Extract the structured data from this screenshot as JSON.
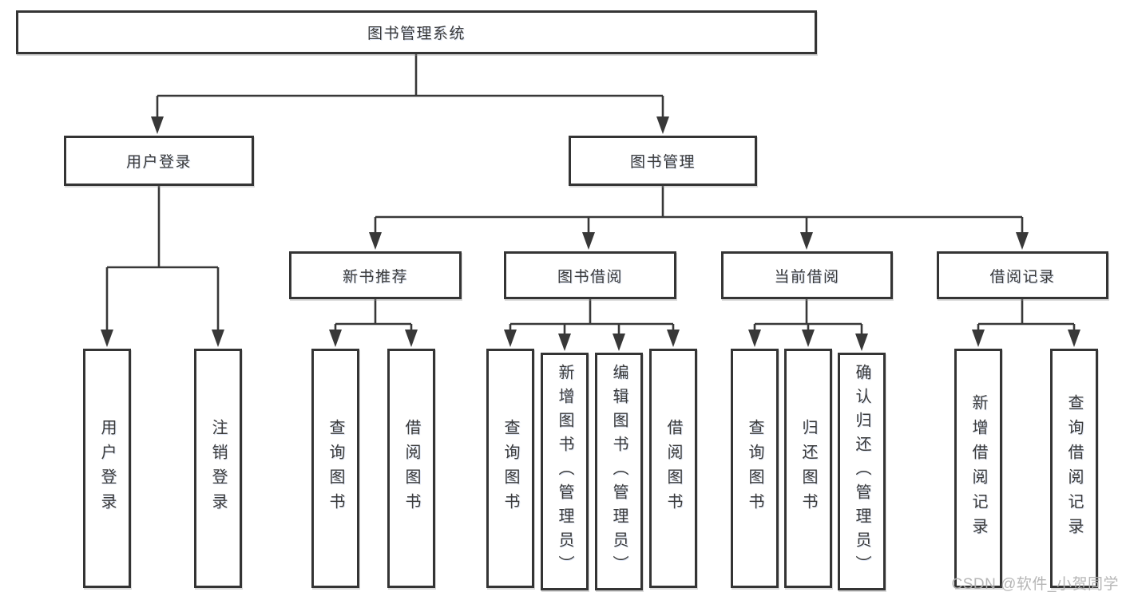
{
  "tree": {
    "label": "图书管理系统",
    "children": [
      {
        "label": "用户登录",
        "children": [
          {
            "label": "用户登录"
          },
          {
            "label": "注销登录"
          }
        ]
      },
      {
        "label": "图书管理",
        "children": [
          {
            "label": "新书推荐",
            "children": [
              {
                "label": "查询图书"
              },
              {
                "label": "借阅图书"
              }
            ]
          },
          {
            "label": "图书借阅",
            "children": [
              {
                "label": "查询图书"
              },
              {
                "label": "新增图书（管理员）"
              },
              {
                "label": "编辑图书（管理员）"
              },
              {
                "label": "借阅图书"
              }
            ]
          },
          {
            "label": "当前借阅",
            "children": [
              {
                "label": "查询图书"
              },
              {
                "label": "归还图书"
              },
              {
                "label": "确认归还（管理员）"
              }
            ]
          },
          {
            "label": "借阅记录",
            "children": [
              {
                "label": "新增借阅记录"
              },
              {
                "label": "查询借阅记录"
              }
            ]
          }
        ]
      }
    ]
  },
  "watermark": {
    "text": "CSDN @软件_小贺同学"
  },
  "colors": {
    "line": "#383838",
    "box_border": "#343434",
    "text": "#3a3a3a",
    "watermark": "#b2b2b2",
    "background": "#ffffff"
  }
}
